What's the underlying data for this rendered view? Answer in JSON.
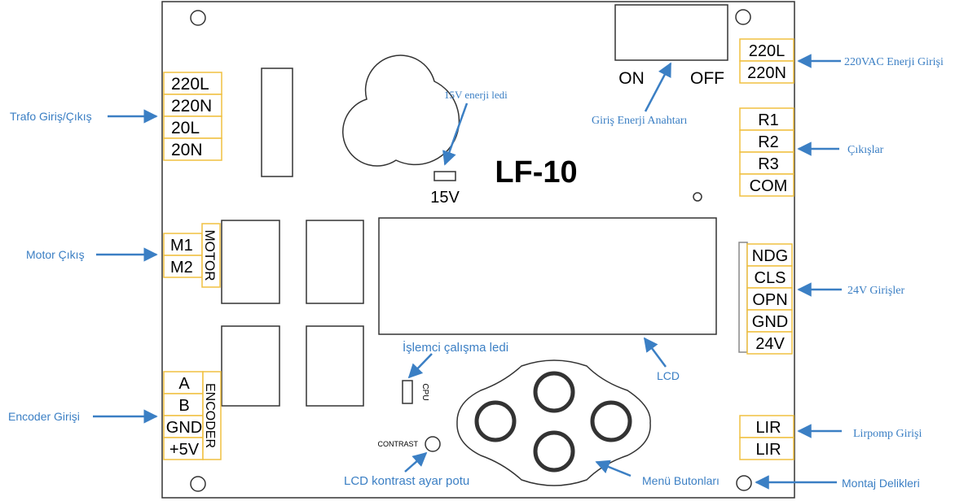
{
  "board": {
    "title": "LF-10",
    "led_15v_label": "15V",
    "cpu_label": "CPU",
    "contrast_label": "CONTRAST",
    "switch_on": "ON",
    "switch_off": "OFF"
  },
  "terminals": {
    "trafo": [
      "220L",
      "220N",
      "20L",
      "20N"
    ],
    "motor": [
      "M1",
      "M2"
    ],
    "motor_vertical": "MOTOR",
    "encoder": [
      "A",
      "B",
      "GND",
      "+5V"
    ],
    "encoder_vertical": "ENCODER",
    "power_in": [
      "220L",
      "220N"
    ],
    "outputs": [
      "R1",
      "R2",
      "R3",
      "COM"
    ],
    "inputs_24v": [
      "NDG",
      "CLS",
      "OPN",
      "GND",
      "24V"
    ],
    "lirpomp": [
      "LIR",
      "LIR"
    ]
  },
  "callouts": {
    "trafo": "Trafo Giriş/Çıkış",
    "motor": "Motor Çıkış",
    "encoder": "Encoder Girişi",
    "led15v": "15V enerji ledi",
    "switch": "Giriş Enerji Anahtarı",
    "power_in": "220VAC Enerji Girişi",
    "outputs": "Çıkışlar",
    "inputs_24v": "24V Girişler",
    "cpu_led": "İşlemci çalışma ledi",
    "lcd": "LCD",
    "contrast": "LCD kontrast ayar potu",
    "menu": "Menü Butonları",
    "lirpomp": "Lirpomp Girişi",
    "mount": "Montaj Delikleri"
  },
  "colors": {
    "accent_blue": "#3b7fc4",
    "terminal_border": "#f0c040",
    "board_outline": "#333333"
  }
}
